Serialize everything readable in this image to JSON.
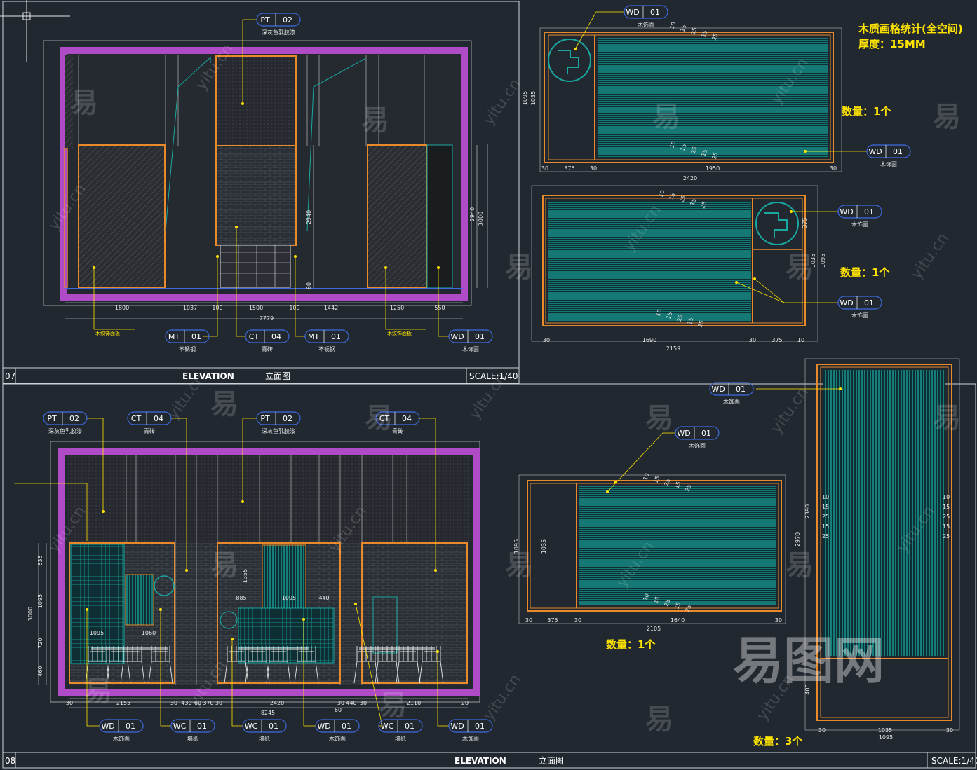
{
  "title_bars": [
    {
      "code": "07",
      "title_en": "ELEVATION",
      "title_cn": "立面图",
      "scale": "SCALE:1/40"
    },
    {
      "code": "08",
      "title_en": "ELEVATION",
      "title_cn": "立面图",
      "scale": "SCALE:1/40"
    }
  ],
  "notes": {
    "panel_stat_title": "木质画格统计(全空间)",
    "thickness": "厚度：15MM",
    "qty_a": "数量：1个",
    "qty_b": "数量：1个",
    "qty_c": "数量：1个",
    "qty_d": "数量：3个"
  },
  "tags_e07": [
    {
      "code": "PT",
      "num": "02",
      "desc": "深灰色乳胶漆"
    },
    {
      "code": "MT",
      "num": "01",
      "desc": "不锈钢"
    },
    {
      "code": "CT",
      "num": "04",
      "desc": "青砖"
    },
    {
      "code": "MT",
      "num": "01",
      "desc": "不锈钢"
    },
    {
      "code": "WD",
      "num": "01",
      "desc": "木饰面"
    }
  ],
  "tags_e08": [
    {
      "code": "PT",
      "num": "02",
      "desc": "深灰色乳胶漆"
    },
    {
      "code": "CT",
      "num": "04",
      "desc": "青砖"
    },
    {
      "code": "PT",
      "num": "02",
      "desc": "深灰色乳胶漆"
    },
    {
      "code": "CT",
      "num": "04",
      "desc": "青砖"
    },
    {
      "code": "WD",
      "num": "01",
      "desc": "木饰面"
    },
    {
      "code": "WC",
      "num": "01",
      "desc": "墙纸"
    },
    {
      "code": "WC",
      "num": "01",
      "desc": "墙纸"
    },
    {
      "code": "WD",
      "num": "01",
      "desc": "木饰面"
    },
    {
      "code": "WC",
      "num": "01",
      "desc": "墙纸"
    },
    {
      "code": "WD",
      "num": "01",
      "desc": "木饰面"
    }
  ],
  "tags_panels": [
    {
      "code": "WD",
      "num": "01",
      "desc": "木饰面"
    },
    {
      "code": "WD",
      "num": "01",
      "desc": "木饰面"
    },
    {
      "code": "WD",
      "num": "01",
      "desc": "木饰面"
    },
    {
      "code": "WD",
      "num": "01",
      "desc": "木饰面"
    },
    {
      "code": "WD",
      "num": "01",
      "desc": "木饰面"
    },
    {
      "code": "WD",
      "num": "01",
      "desc": "木饰面"
    }
  ],
  "dims_e07": [
    "1800",
    "1037",
    "100",
    "1500",
    "100",
    "1442",
    "1250",
    "550",
    "7779",
    "2940",
    "3000",
    "2940",
    "60"
  ],
  "dims_e08": [
    "30",
    "2155",
    "30",
    "430",
    "60",
    "370",
    "30",
    "2420",
    "30",
    "440",
    "30",
    "2110",
    "20",
    "8245",
    "60",
    "635",
    "1095",
    "720",
    "460",
    "3000",
    "1095",
    "1060",
    "1355",
    "885",
    "1095",
    "440"
  ],
  "dims_p1": [
    "30",
    "375",
    "30",
    "1950",
    "30",
    "2420",
    "1095",
    "1035"
  ],
  "dims_p2": [
    "30",
    "1690",
    "30",
    "375",
    "10",
    "2159",
    "1095",
    "1035",
    "375"
  ],
  "dims_p3": [
    "30",
    "375",
    "30",
    "1640",
    "30",
    "2105",
    "1095",
    "1035"
  ],
  "dims_p4": [
    "30",
    "1035",
    "30",
    "1095",
    "2970",
    "2390",
    "400"
  ],
  "ticks": [
    "10",
    "15",
    "25",
    "15",
    "25"
  ],
  "watermarks": {
    "char": "易",
    "site": "yitu.cn",
    "logo": "易图网"
  },
  "colors": {
    "background": "#212830",
    "wall_frame": "#b04bc8",
    "timber": "#e8892b",
    "slat": "#19a8a0",
    "leader": "#ffe400",
    "tag_border": "#3d6ae0",
    "line": "#e8e8e8"
  }
}
